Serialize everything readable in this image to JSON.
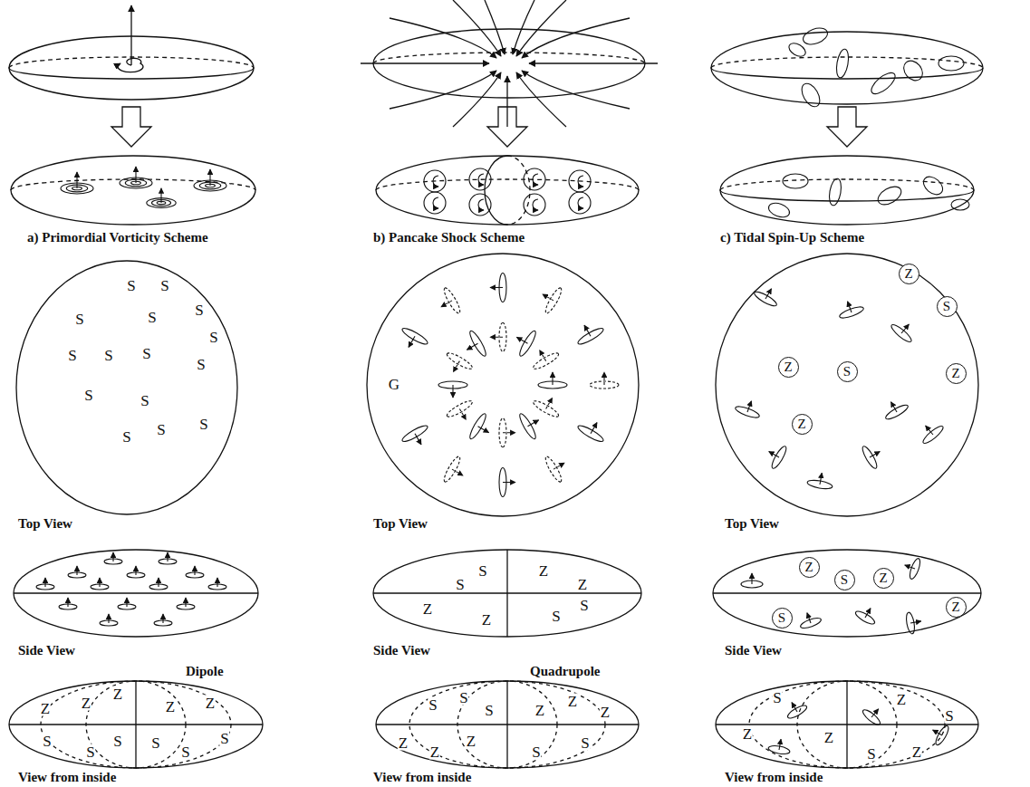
{
  "diagram": {
    "nodes": [
      {
        "text": [
          "Z"
        ]
      },
      {
        "text": [
          "S"
        ]
      },
      {
        "text": [
          "Z"
        ]
      },
      {
        "text": [
          "S"
        ]
      },
      {
        "text": [
          "Z"
        ]
      },
      {
        "text": [
          "Z"
        ]
      },
      {
        "text": [
          "Z"
        ]
      },
      {
        "text": [
          "S"
        ]
      },
      {
        "text": [
          "Z"
        ]
      },
      {
        "text": [
          "Z"
        ]
      },
      {
        "text": [
          "S"
        ]
      }
    ],
    "labels": [
      "a) Primordial Vorticity Scheme",
      "b) Pancake Shock Scheme",
      "c) Tidal Spin-Up Scheme",
      "S",
      "S",
      "S",
      "S",
      "S",
      "S",
      "S",
      "S",
      "S",
      "S",
      "S",
      "S",
      "S",
      "S",
      "S",
      "Top View",
      "G",
      "Top View",
      "Top View",
      "Side View",
      "S",
      "Z",
      "S",
      "Z",
      "Z",
      "Z",
      "S",
      "S",
      "Side View",
      "Side View",
      "Dipole",
      "Z",
      "Z",
      "Z",
      "Z",
      "Z",
      "S",
      "S",
      "S",
      "S",
      "S",
      "S",
      "View from inside",
      "Quadrupole",
      "S",
      "S",
      "S",
      "Z",
      "Z",
      "Z",
      "Z",
      "Z",
      "Z",
      "S",
      "S",
      "View from inside",
      "S",
      "Z",
      "S",
      "Z",
      "Z",
      "S",
      "Z",
      "View from inside"
    ]
  }
}
